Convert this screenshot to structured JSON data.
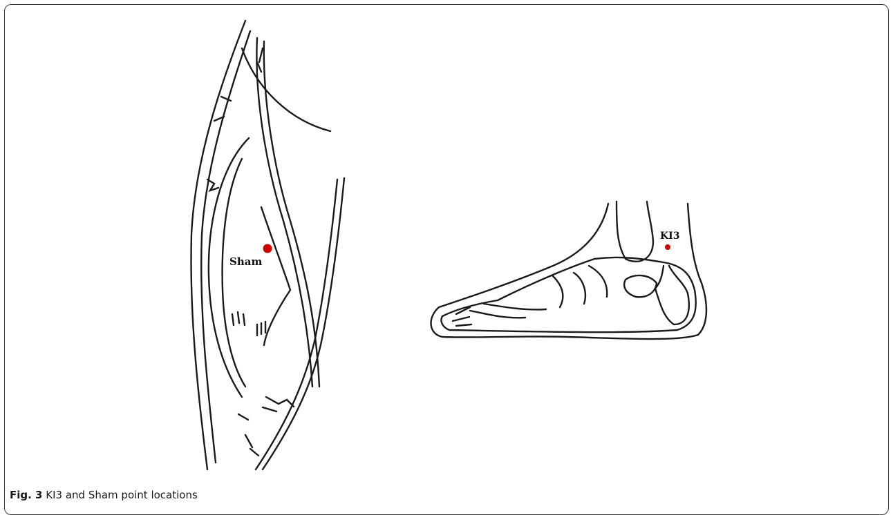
{
  "figure": {
    "number_label": "Fig. 3",
    "caption_text": "KI3 and Sham point locations"
  },
  "illustrations": {
    "leg": {
      "point_label": "Sham",
      "point_color": "#cc0000"
    },
    "foot": {
      "point_label": "KI3",
      "point_color": "#cc0000"
    }
  }
}
